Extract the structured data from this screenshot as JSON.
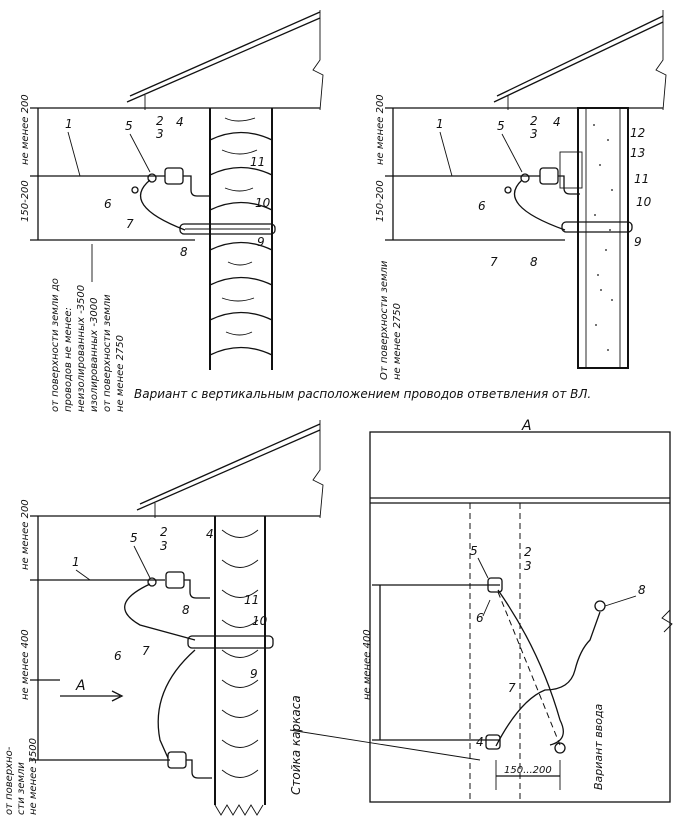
{
  "caption": "Вариант с вертикальным расположением проводов ответвления от ВЛ.",
  "view_marker": "А",
  "panel_tl": {
    "dim_top": "не менее 200",
    "dim_mid": "150-200",
    "side_text": [
      "от поверхности земли до",
      "проводов не менее:",
      "неизолированных -3500",
      "изолированных -3000",
      "от поверхности земли",
      "не менее 2750"
    ],
    "callouts": [
      "1",
      "5",
      "2",
      "3",
      "4",
      "11",
      "10",
      "6",
      "7",
      "8",
      "9"
    ]
  },
  "panel_tr": {
    "dim_top": "не менее 200",
    "dim_mid": "150-200",
    "side_text": [
      "От поверхности земли",
      "не менее 2750"
    ],
    "callouts": [
      "1",
      "5",
      "2",
      "3",
      "4",
      "12",
      "13",
      "11",
      "10",
      "6",
      "7",
      "8",
      "9"
    ]
  },
  "panel_bl": {
    "dim_top": "не менее 200",
    "dim_mid": "не менее 400",
    "side_text": [
      "от поверхно-",
      "сти земли",
      "не менее 3500"
    ],
    "post_label": "Стойка каркаса",
    "arrow_label": "А",
    "callouts": [
      "1",
      "5",
      "2",
      "3",
      "4",
      "8",
      "11",
      "10",
      "6",
      "7",
      "9"
    ]
  },
  "panel_br": {
    "dim_vert": "не менее 400",
    "dim_horiz": "150...200",
    "variant_label": "Вариант ввода",
    "callouts": [
      "5",
      "2",
      "3",
      "6",
      "7",
      "8",
      "4"
    ]
  }
}
